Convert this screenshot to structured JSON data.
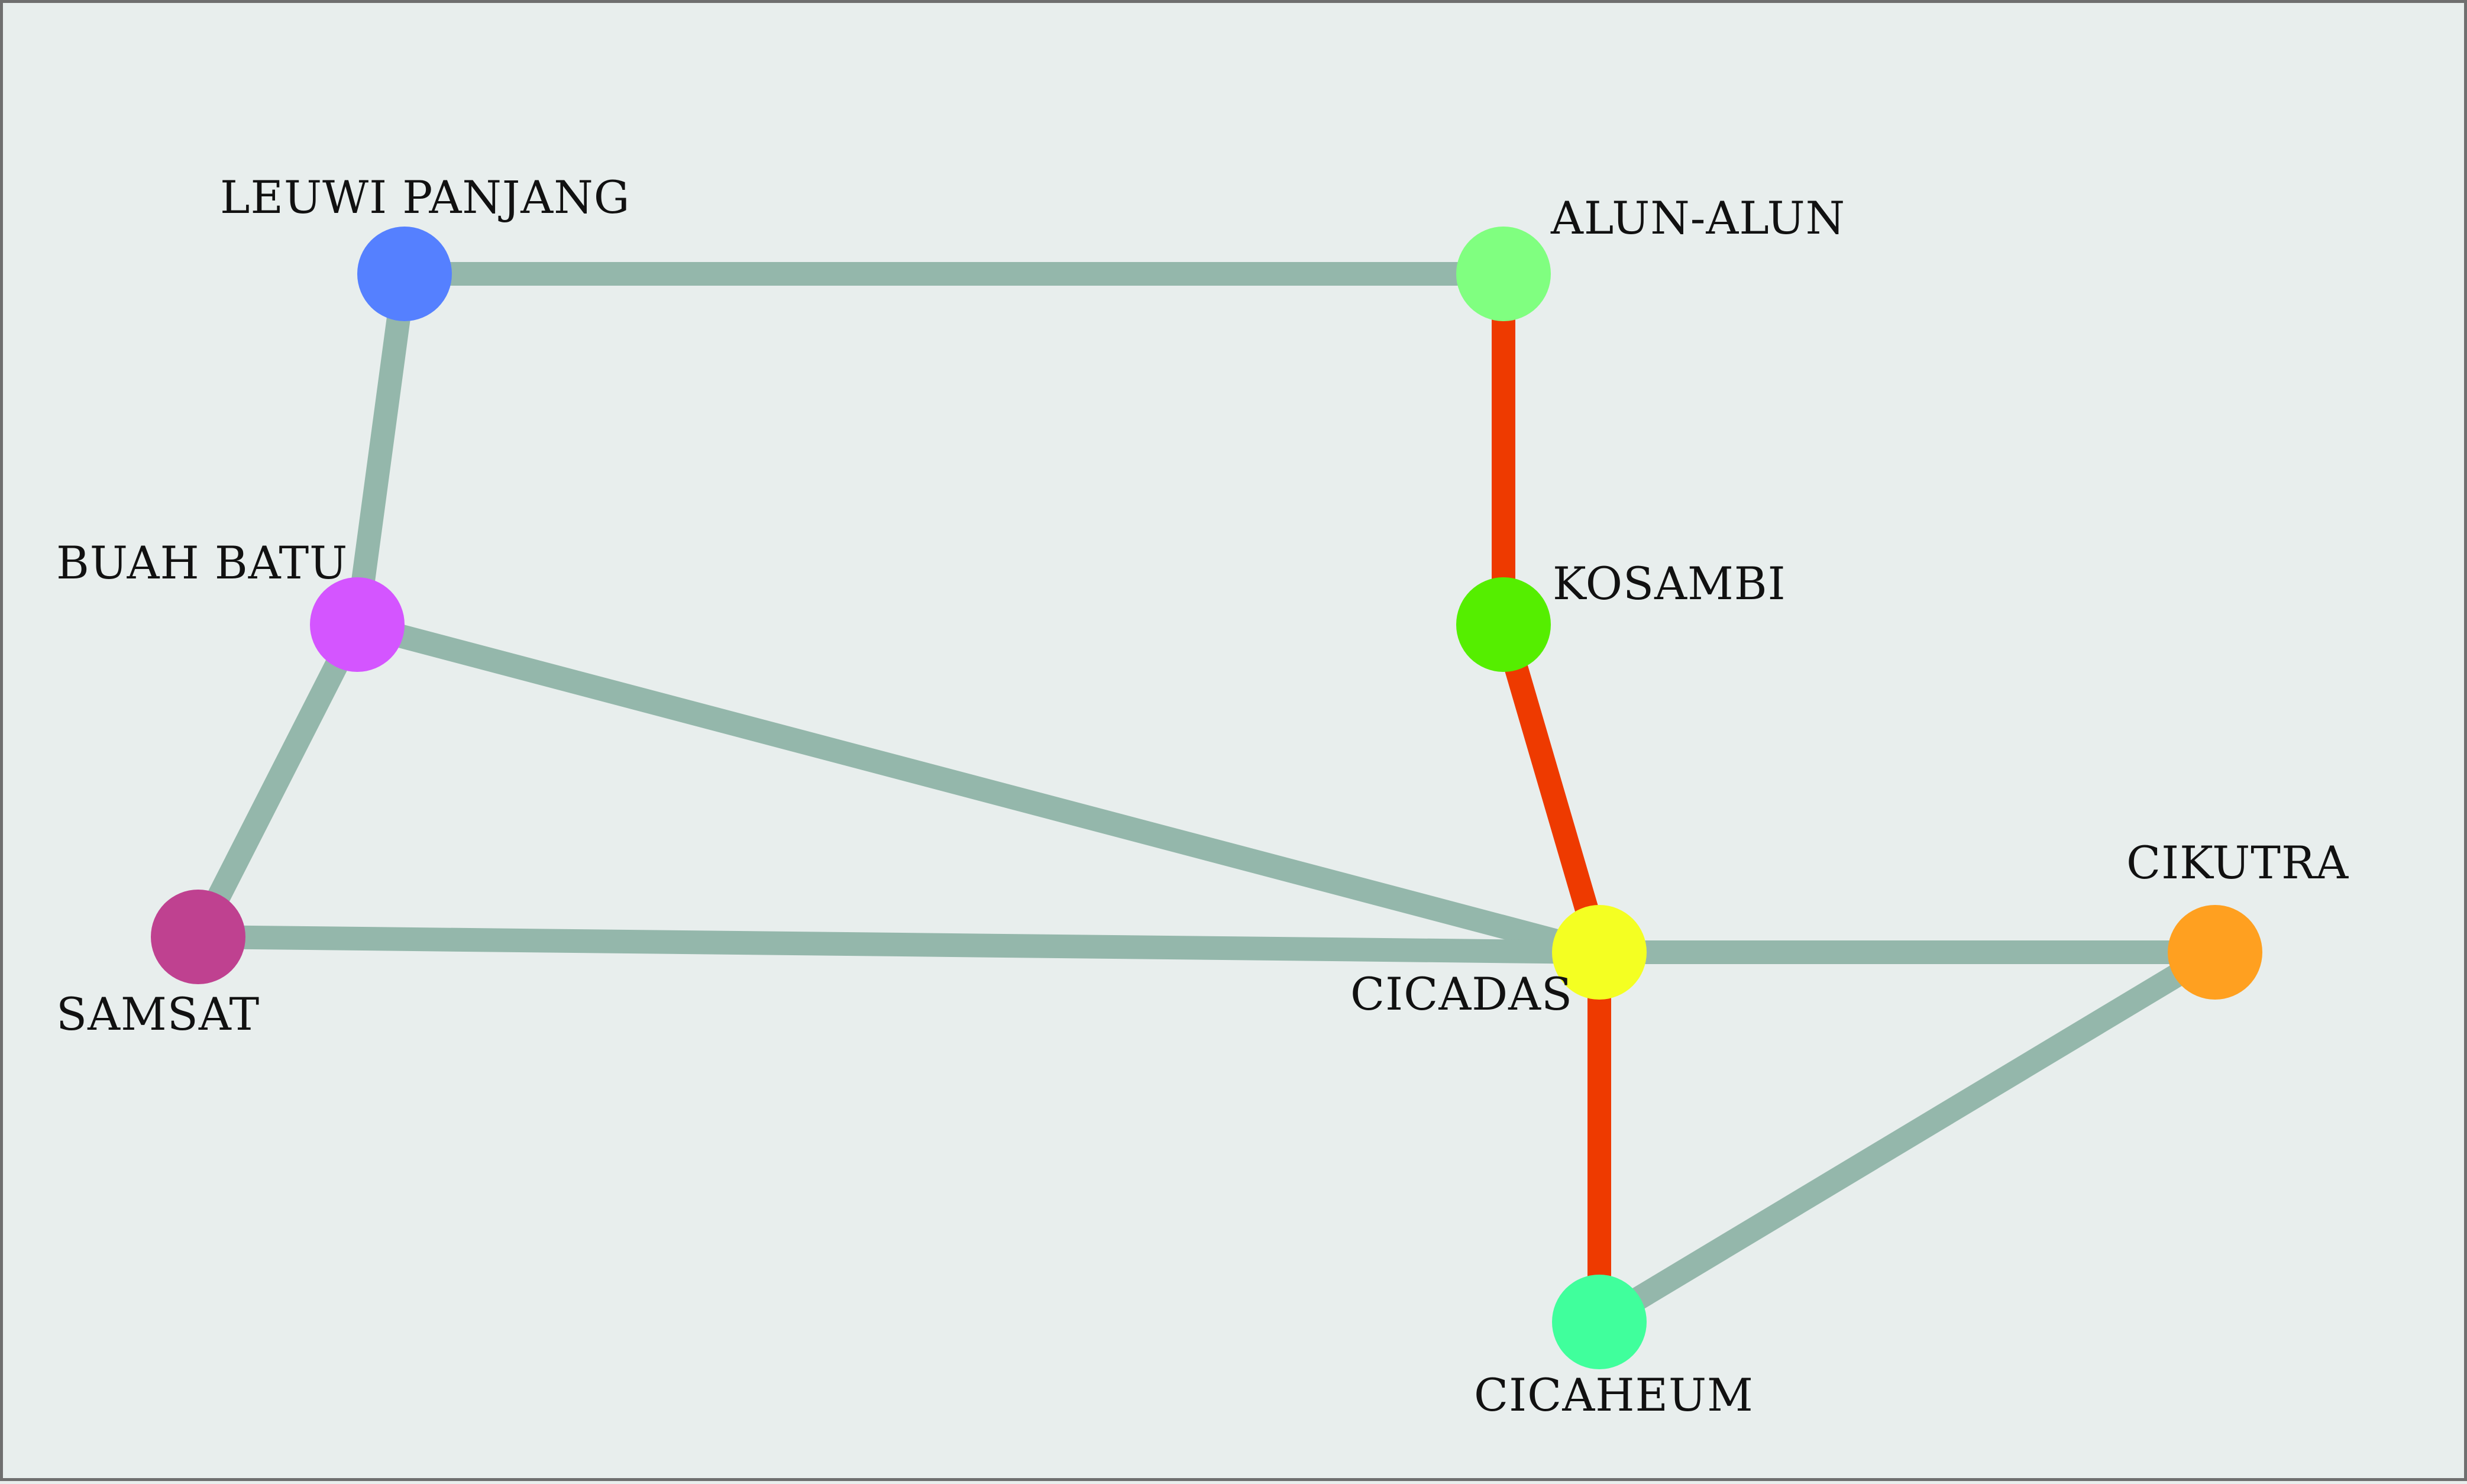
{
  "colors": {
    "background": "#e8eeed",
    "border": "#6f6f6f",
    "edge_default": "#94b7ab",
    "edge_highlight": "#ee3a00"
  },
  "nodes": {
    "leuwi_panjang": {
      "label": "LEUWI PANJANG",
      "color": "#5580ff"
    },
    "alun_alun": {
      "label": "ALUN-ALUN",
      "color": "#80ff80"
    },
    "buah_batu": {
      "label": "BUAH BATU",
      "color": "#d455ff"
    },
    "kosambi": {
      "label": "KOSAMBI",
      "color": "#55ee00"
    },
    "samsat": {
      "label": "SAMSAT",
      "color": "#bf4190"
    },
    "cicadas": {
      "label": "CICADAS",
      "color": "#f4ff22"
    },
    "cikutra": {
      "label": "CIKUTRA",
      "color": "#ffa020"
    },
    "cicaheum": {
      "label": "CICAHEUM",
      "color": "#40ff9c"
    }
  },
  "edges": [
    {
      "from": "leuwi_panjang",
      "to": "alun_alun",
      "highlight": false
    },
    {
      "from": "leuwi_panjang",
      "to": "buah_batu",
      "highlight": false
    },
    {
      "from": "buah_batu",
      "to": "samsat",
      "highlight": false
    },
    {
      "from": "buah_batu",
      "to": "cicadas",
      "highlight": false
    },
    {
      "from": "samsat",
      "to": "cicadas",
      "highlight": false
    },
    {
      "from": "cicadas",
      "to": "cikutra",
      "highlight": false
    },
    {
      "from": "cikutra",
      "to": "cicaheum",
      "highlight": false
    },
    {
      "from": "alun_alun",
      "to": "kosambi",
      "highlight": true
    },
    {
      "from": "kosambi",
      "to": "cicadas",
      "highlight": true
    },
    {
      "from": "cicadas",
      "to": "cicaheum",
      "highlight": true
    }
  ]
}
